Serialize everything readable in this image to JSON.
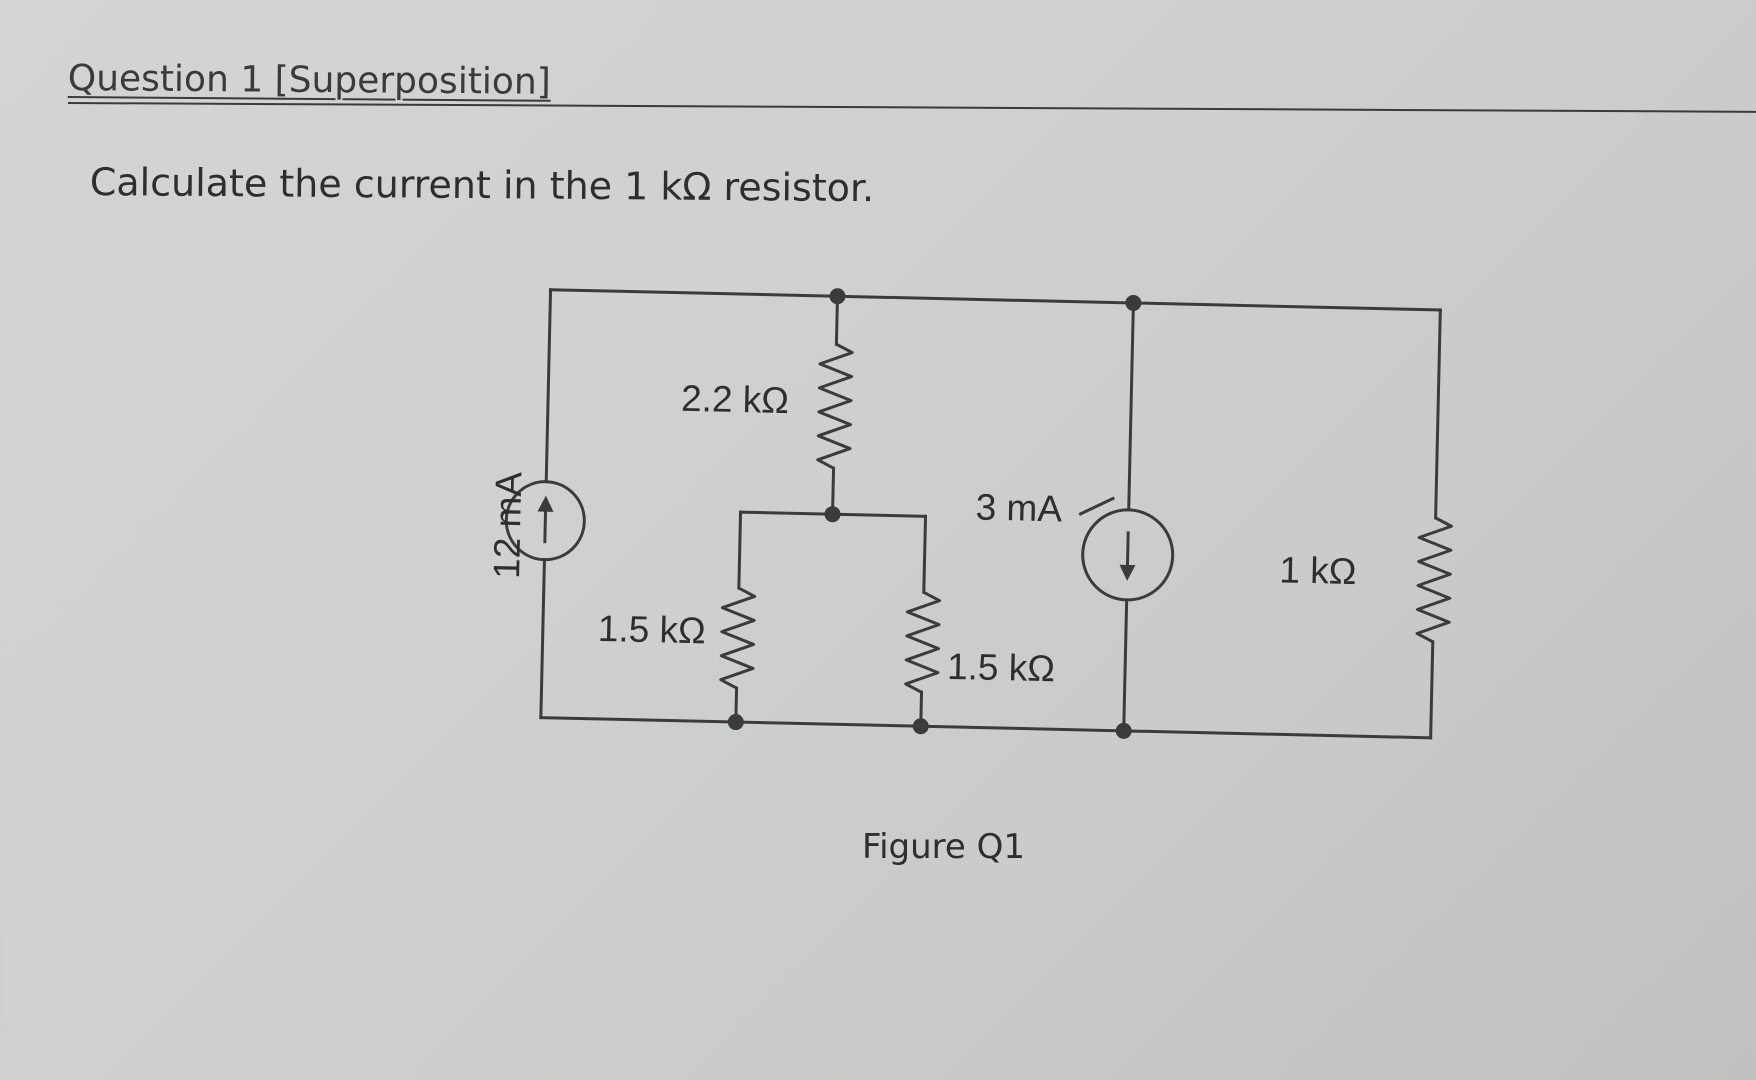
{
  "page": {
    "heading": "Question 1 [Superposition]",
    "question": "Calculate the current in the 1 kΩ resistor.",
    "figure_caption": "Figure Q1"
  },
  "circuit": {
    "components": [
      {
        "type": "current-source",
        "label": "12 mA",
        "direction": "up"
      },
      {
        "type": "resistor",
        "label": "2.2 kΩ"
      },
      {
        "type": "resistor",
        "label": "1.5 kΩ"
      },
      {
        "type": "resistor",
        "label": "1.5 kΩ"
      },
      {
        "type": "current-source",
        "label": "3 mA",
        "direction": "down"
      },
      {
        "type": "resistor",
        "label": "1 kΩ"
      }
    ]
  }
}
